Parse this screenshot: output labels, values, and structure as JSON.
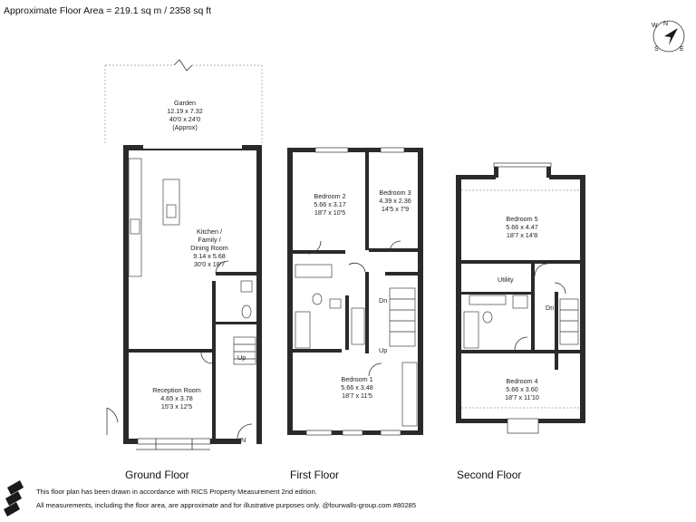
{
  "header": {
    "floor_area": "Approximate Floor Area = 219.1 sq m / 2358 sq ft"
  },
  "compass": {
    "n": "N",
    "s": "S",
    "e": "E",
    "w": "W"
  },
  "ground_floor": {
    "title": "Ground Floor",
    "garden": {
      "name": "Garden",
      "metric": "12.19 x 7.32",
      "imperial": "40'0 x 24'0",
      "note": "(Approx)"
    },
    "kitchen": {
      "name1": "Kitchen /",
      "name2": "Family /",
      "name3": "Dining Room",
      "metric": "9.14 x 5.68",
      "imperial": "30'0 x 18'7"
    },
    "reception": {
      "name": "Reception Room",
      "metric": "4.65 x 3.78",
      "imperial": "15'3 x 12'5"
    },
    "up": "Up",
    "entrance": "IN"
  },
  "first_floor": {
    "title": "First Floor",
    "bedroom2": {
      "name": "Bedroom 2",
      "metric": "5.66 x 3.17",
      "imperial": "18'7 x 10'5"
    },
    "bedroom3": {
      "name": "Bedroom 3",
      "metric": "4.39 x 2.36",
      "imperial": "14'5 x 7'9"
    },
    "bedroom1": {
      "name": "Bedroom 1",
      "metric": "5.66 x 3.48",
      "imperial": "18'7 x 11'5"
    },
    "dn": "Dn",
    "up": "Up"
  },
  "second_floor": {
    "title": "Second Floor",
    "bedroom5": {
      "name": "Bedroom 5",
      "metric": "5.66 x 4.47",
      "imperial": "18'7 x 14'8"
    },
    "utility": "Utility",
    "bedroom4": {
      "name": "Bedroom 4",
      "metric": "5.66 x 3.60",
      "imperial": "18'7 x 11'10"
    },
    "dn": "Dn"
  },
  "footer": {
    "line1": "This floor plan has been drawn in accordance with RICS Property Measurement 2nd edition.",
    "line2": "All measurements, including the floor area, are approximate and for illustrative purposes only. @fourwalls-group.com #80285"
  }
}
